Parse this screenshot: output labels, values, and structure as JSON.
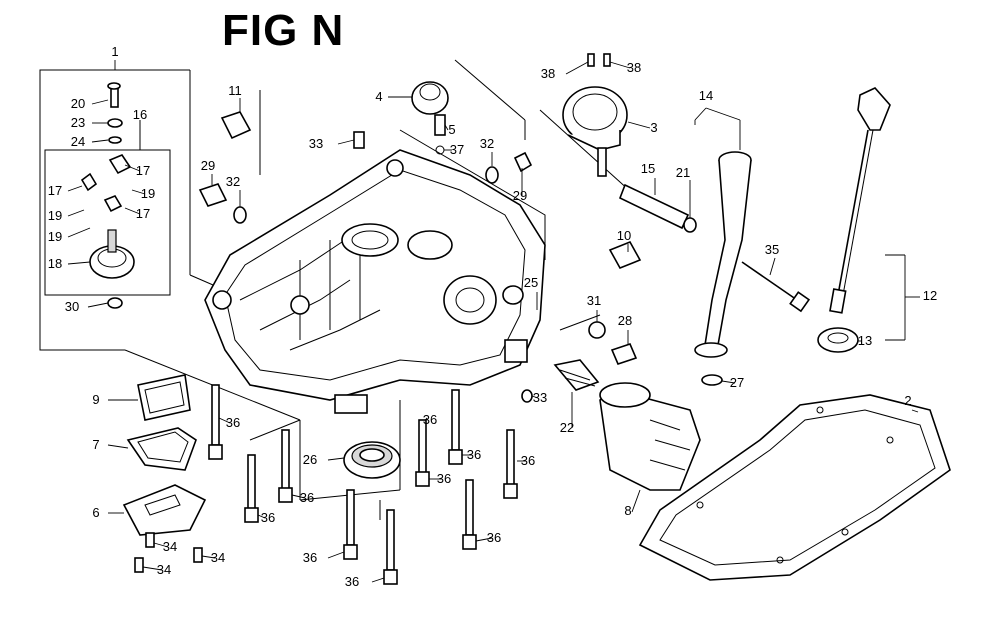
{
  "title": "FIG N",
  "labels": [
    "1",
    "2",
    "3",
    "4",
    "5",
    "6",
    "7",
    "8",
    "9",
    "10",
    "11",
    "12",
    "13",
    "14",
    "15",
    "16",
    "17",
    "18",
    "19",
    "20",
    "21",
    "22",
    "23",
    "24",
    "25",
    "26",
    "27",
    "28",
    "29",
    "30",
    "31",
    "32",
    "33",
    "34",
    "35",
    "36",
    "37",
    "38"
  ]
}
